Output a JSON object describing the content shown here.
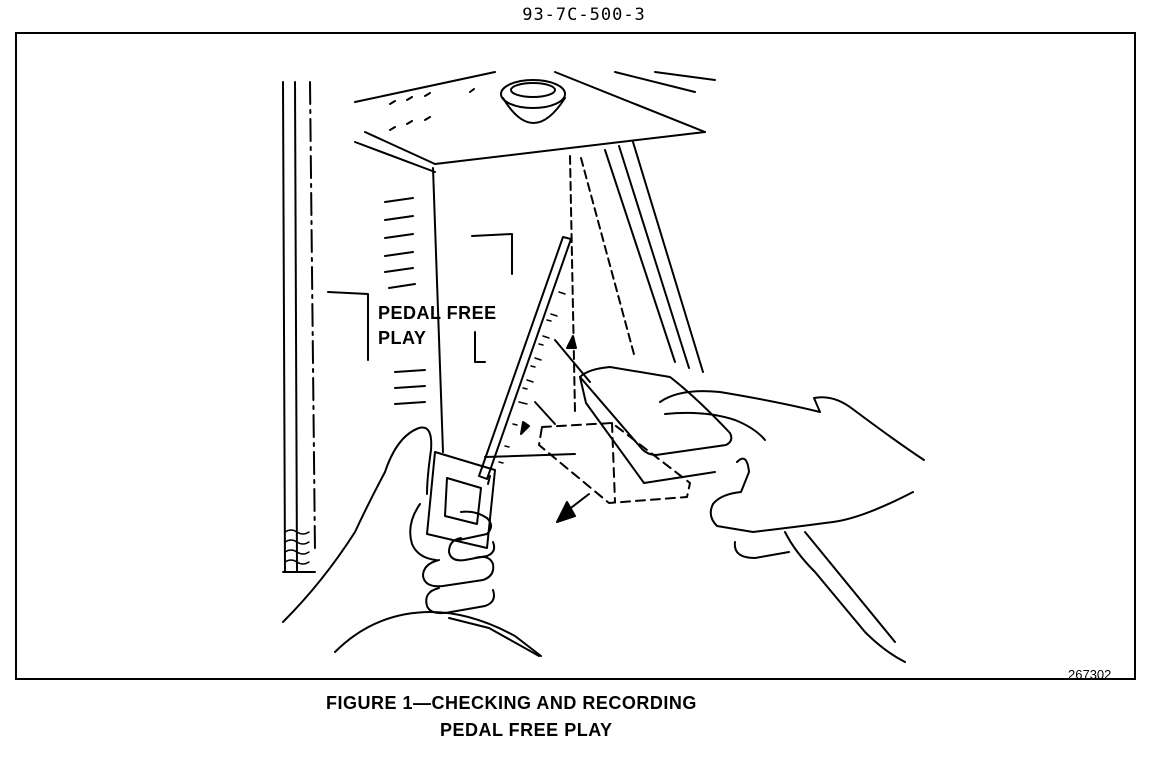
{
  "document": {
    "code": "93-7C-500-3"
  },
  "figure": {
    "callout_line1": "PEDAL FREE",
    "callout_line2": "PLAY",
    "plate_number": "267302",
    "caption_line1": "FIGURE 1—CHECKING AND RECORDING",
    "caption_line2": "PEDAL FREE PLAY"
  }
}
